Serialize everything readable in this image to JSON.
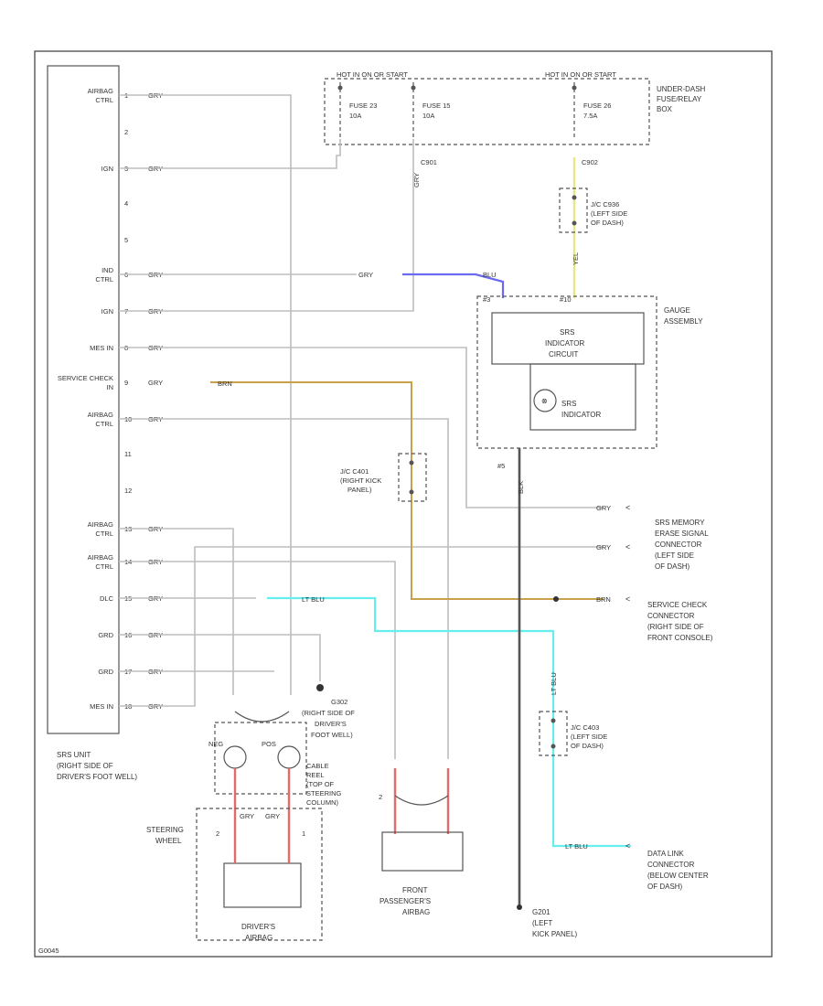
{
  "srs_unit": {
    "pins": [
      {
        "label": "AIRBAG CTRL",
        "pin": "1",
        "wire": "GRY"
      },
      {
        "label": "",
        "pin": "2",
        "wire": ""
      },
      {
        "label": "IGN",
        "pin": "3",
        "wire": "GRY"
      },
      {
        "label": "",
        "pin": "4",
        "wire": ""
      },
      {
        "label": "",
        "pin": "5",
        "wire": ""
      },
      {
        "label": "IND CTRL",
        "pin": "6",
        "wire": "GRY"
      },
      {
        "label": "IGN",
        "pin": "7",
        "wire": "GRY"
      },
      {
        "label": "MES IN",
        "pin": "8",
        "wire": "GRY"
      },
      {
        "label": "SERVICE CHECK IN",
        "pin": "9",
        "wire": "GRY"
      },
      {
        "label": "AIRBAG CTRL",
        "pin": "10",
        "wire": "GRY"
      },
      {
        "label": "",
        "pin": "11",
        "wire": ""
      },
      {
        "label": "",
        "pin": "12",
        "wire": ""
      },
      {
        "label": "AIRBAG CTRL",
        "pin": "13",
        "wire": "GRY"
      },
      {
        "label": "AIRBAG CTRL",
        "pin": "14",
        "wire": "GRY"
      },
      {
        "label": "DLC",
        "pin": "15",
        "wire": "GRY"
      },
      {
        "label": "GRD",
        "pin": "16",
        "wire": "GRY"
      },
      {
        "label": "GRD",
        "pin": "17",
        "wire": "GRY"
      },
      {
        "label": "MES IN",
        "pin": "18",
        "wire": "GRY"
      }
    ],
    "caption": [
      "SRS UNIT",
      "(RIGHT SIDE OF",
      "DRIVER'S FOOT WELL)"
    ]
  },
  "fuse_box": {
    "header_left": "HOT IN ON OR START",
    "header_right": "HOT IN ON OR START",
    "fuses": [
      {
        "name": "FUSE 23",
        "rating": "10A"
      },
      {
        "name": "FUSE 15",
        "rating": "10A"
      },
      {
        "name": "FUSE 26",
        "rating": "7.5A"
      }
    ],
    "caption": [
      "UNDER-DASH",
      "FUSE/RELAY",
      "BOX"
    ],
    "connector_left": "C901",
    "connector_right": "C902"
  },
  "junctions": {
    "jc_top": [
      "J/C C936",
      "(LEFT SIDE",
      "OF DASH)"
    ],
    "jc_mid": [
      "J/C C401",
      "(RIGHT KICK",
      "PANEL)"
    ],
    "jc_low": [
      "J/C C403",
      "(LEFT SIDE",
      "OF DASH)"
    ]
  },
  "wires": {
    "gry": "GRY",
    "blu": "BLU",
    "brn": "BRN",
    "lt_blu": "LT BLU",
    "yel": "YEL",
    "blk": "BLK",
    "red": "RED"
  },
  "gauge": {
    "caption": [
      "GAUGE",
      "ASSEMBLY"
    ],
    "circuit": [
      "SRS",
      "INDICATOR",
      "CIRCUIT"
    ],
    "indicator": [
      "SRS",
      "INDICATOR"
    ],
    "pin_left": "#3",
    "pin_right": "#10",
    "ground_pin": "#5"
  },
  "connectors": {
    "memory": [
      "SRS MEMORY",
      "ERASE SIGNAL",
      "CONNECTOR",
      "(LEFT SIDE",
      "OF DASH)"
    ],
    "service": [
      "SERVICE CHECK",
      "CONNECTOR",
      "(RIGHT SIDE OF",
      "FRONT CONSOLE)"
    ],
    "data_link": [
      "DATA LINK",
      "CONNECTOR",
      "(BELOW CENTER",
      "OF DASH)"
    ]
  },
  "grounds": {
    "g302": [
      "G302",
      "(RIGHT SIDE OF",
      "DRIVER'S",
      "FOOT WELL)"
    ],
    "g301": [
      "G201",
      "(LEFT",
      "KICK PANEL)"
    ]
  },
  "airbags": {
    "cable_reel": [
      "CABLE",
      "REEL",
      "(TOP OF",
      "STEERING",
      "COLUMN)"
    ],
    "steering_wheel": [
      "STEERING",
      "WHEEL"
    ],
    "driver": [
      "DRIVER'S",
      "AIRBAG"
    ],
    "passenger": [
      "FRONT",
      "PASSENGER'S",
      "AIRBAG"
    ],
    "neg_label": "NEG",
    "pos_label": "POS",
    "pin2": "2",
    "pin1": "1"
  },
  "figure_id": "G0045"
}
